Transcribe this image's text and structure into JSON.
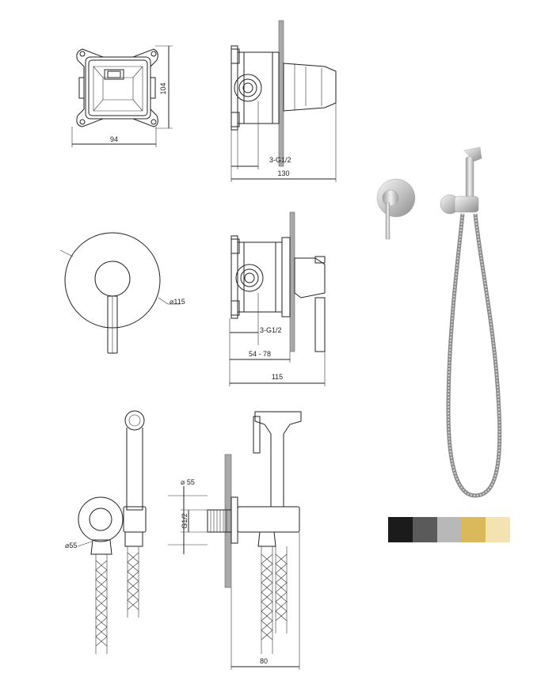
{
  "dimensions": {
    "box_width": "94",
    "box_height": "104",
    "thread_top": "3-G1/2",
    "depth_top": "130",
    "diameter_plate": "⌀115",
    "thread_mid": "3-G1/2",
    "range_mid": "54 - 78",
    "depth_mid": "115",
    "diameter_holder_side": "⌀ 55",
    "thread_holder": "G1/2",
    "diameter_holder_front": "⌀55",
    "depth_holder": "80"
  },
  "finishes": {
    "colors": [
      "#1b1b1b",
      "#5a5a5a",
      "#b8b8b8",
      "#d9b95a",
      "#f4e3b0"
    ]
  },
  "icons": {
    "mixer_photo": "mixer-valve-icon",
    "bidet_photo": "bidet-shower-icon"
  }
}
